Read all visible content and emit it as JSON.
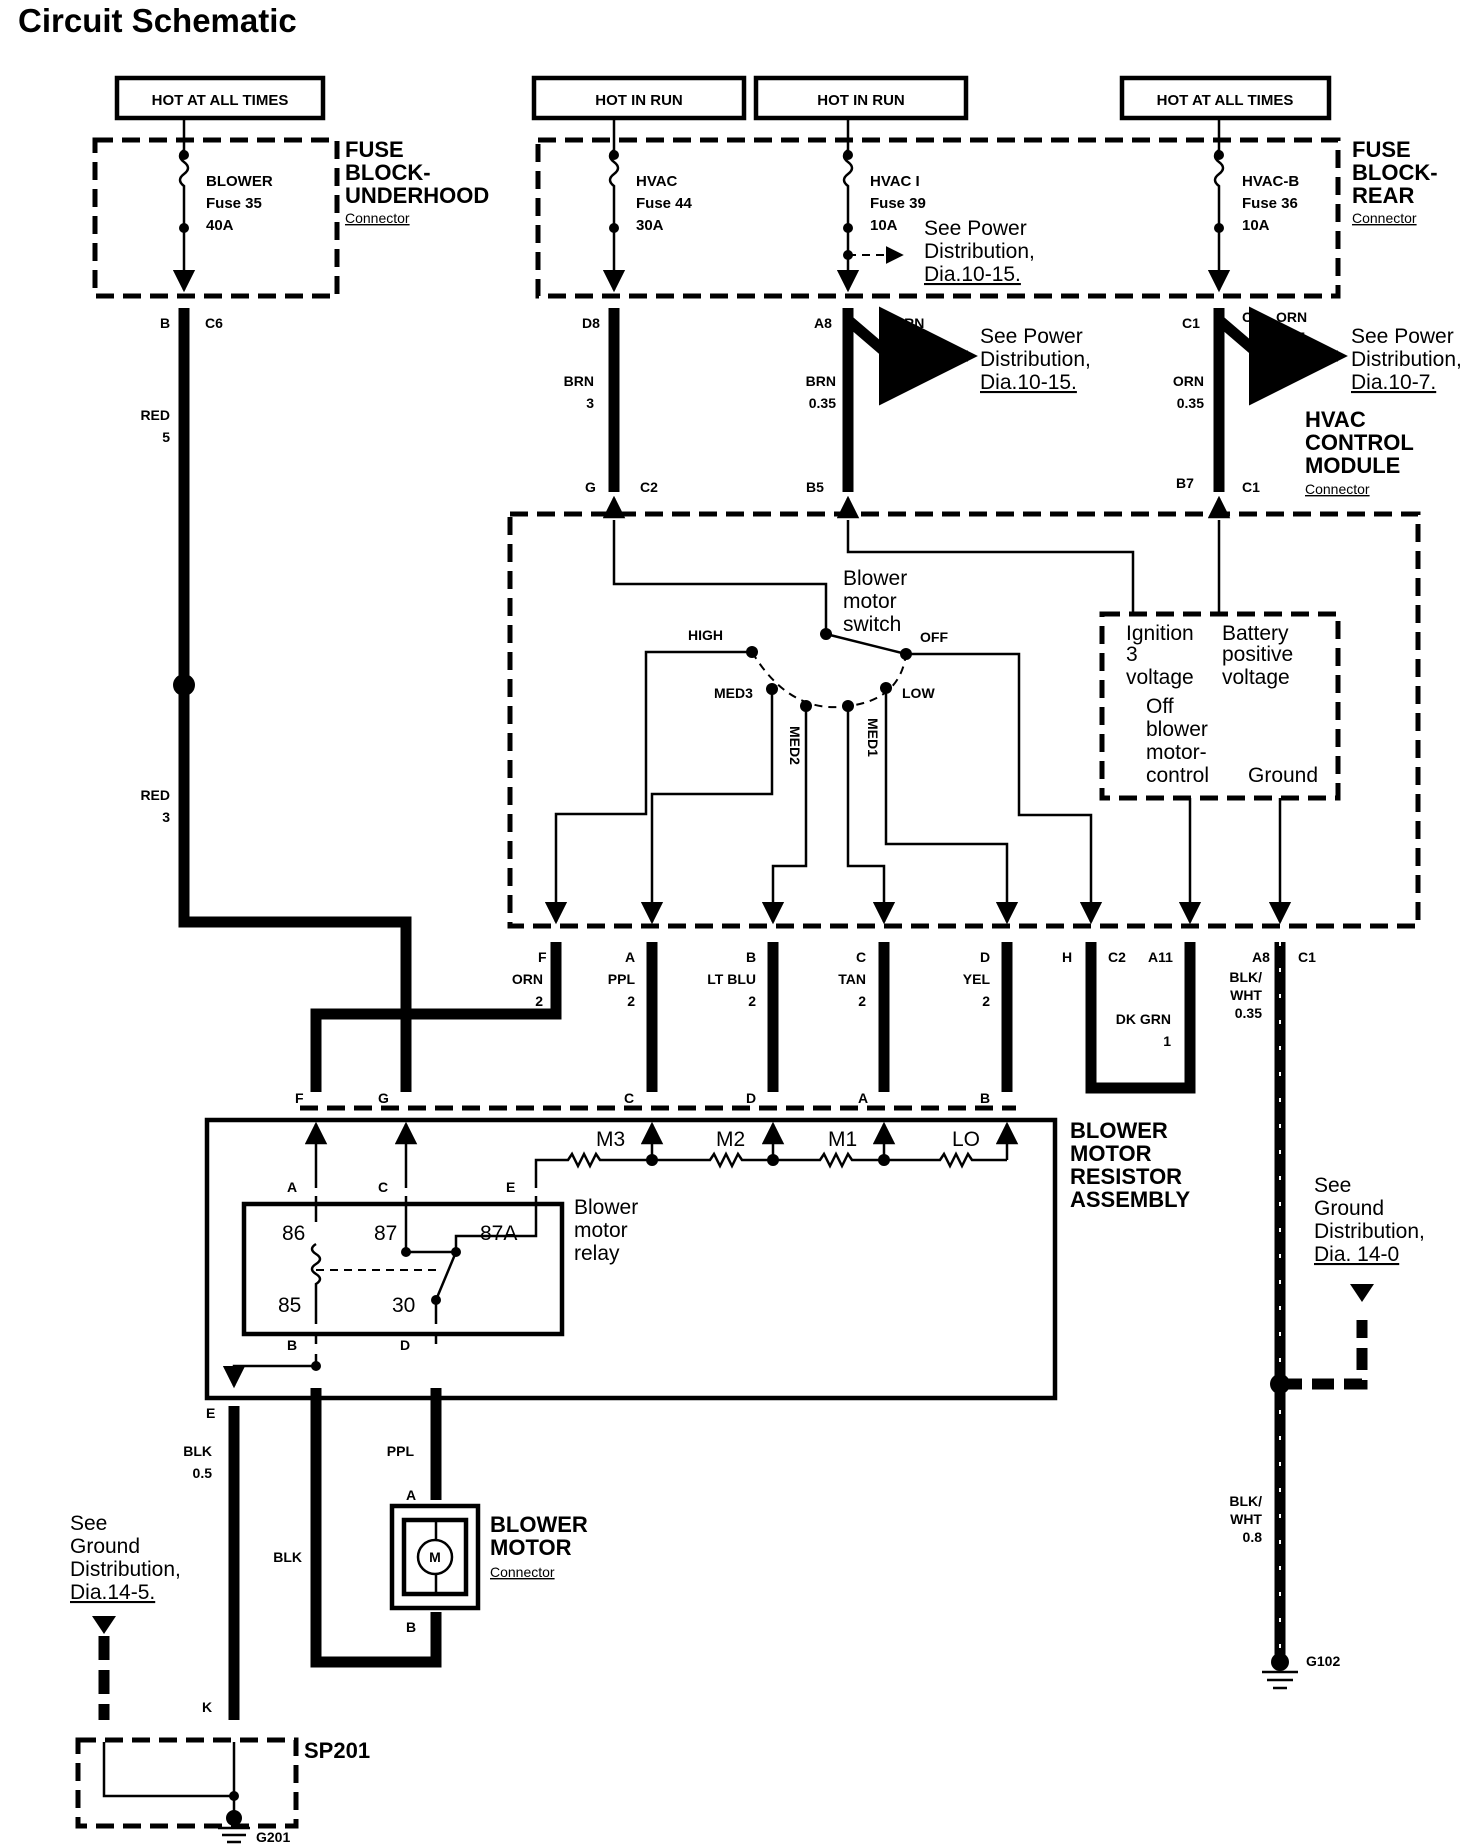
{
  "title": "Circuit Schematic",
  "power_labels": {
    "left_hot": "HOT AT ALL TIMES",
    "hot_run_1": "HOT IN RUN",
    "hot_run_2": "HOT IN RUN",
    "right_hot": "HOT AT ALL TIMES"
  },
  "fuse_block_underhood": {
    "title_line1": "FUSE",
    "title_line2": "BLOCK-",
    "title_line3": "UNDERHOOD",
    "sub": "Connector",
    "fuse_name": "BLOWER",
    "fuse_num": "Fuse 35",
    "fuse_amp": "40A"
  },
  "fuse_block_rear": {
    "title_line1": "FUSE",
    "title_line2": "BLOCK-",
    "title_line3": "REAR",
    "sub": "Connector",
    "fuses": [
      {
        "name": "HVAC",
        "num": "Fuse 44",
        "amp": "30A"
      },
      {
        "name": "HVAC I",
        "num": "Fuse 39",
        "amp": "10A"
      },
      {
        "name": "HVAC-B",
        "num": "Fuse 36",
        "amp": "10A"
      }
    ]
  },
  "refs": {
    "power_dist_a_line1": "See Power",
    "power_dist_a_line2": "Distribution,",
    "power_dist_a_line3": "Dia.10-15.",
    "power_dist_b_line1": "See Power",
    "power_dist_b_line2": "Distribution,",
    "power_dist_b_line3": "Dia.10-15.",
    "power_dist_c_line1": "See Power",
    "power_dist_c_line2": "Distribution,",
    "power_dist_c_line3": "Dia.10-7.",
    "ground_right_line1": "See",
    "ground_right_line2": "Ground",
    "ground_right_line3": "Distribution,",
    "ground_right_line4": "Dia. 14-0",
    "ground_left_line1": "See",
    "ground_left_line2": "Ground",
    "ground_left_line3": "Distribution,",
    "ground_left_line4": "Dia.14-5."
  },
  "hvac_module": {
    "title_line1": "HVAC",
    "title_line2": "CONTROL",
    "title_line3": "MODULE",
    "sub": "Connector",
    "switch_line1": "Blower",
    "switch_line2": "motor",
    "switch_line3": "switch",
    "positions": {
      "high": "HIGH",
      "off": "OFF",
      "med3": "MED3",
      "low": "LOW",
      "med2": "MED2",
      "med1": "MED1"
    },
    "internal": {
      "ign1": "Ignition",
      "ign2": "3",
      "ign3": "voltage",
      "bat1": "Battery",
      "bat2": "positive",
      "bat3": "voltage",
      "off1": "Off",
      "off2": "blower",
      "off3": "motor-",
      "off4": "control",
      "gnd": "Ground"
    }
  },
  "resistor_assembly": {
    "title_line1": "BLOWER",
    "title_line2": "MOTOR",
    "title_line3": "RESISTOR",
    "title_line4": "ASSEMBLY",
    "resistors": [
      "M3",
      "M2",
      "M1",
      "LO"
    ],
    "relay_line1": "Blower",
    "relay_line2": "motor",
    "relay_line3": "relay",
    "relay_pins": [
      "86",
      "87",
      "87A",
      "85",
      "30"
    ]
  },
  "blower_motor": {
    "title_line1": "BLOWER",
    "title_line2": "MOTOR",
    "sub": "Connector",
    "symbol": "M"
  },
  "splice": {
    "name": "SP201"
  },
  "grounds": {
    "g201": "G201",
    "g102": "G102"
  },
  "pins": {
    "b": "B",
    "c6": "C6",
    "d8": "D8",
    "a8": "A8",
    "c1": "C1",
    "c1b": "C1",
    "g": "G",
    "c2": "C2",
    "b5": "B5",
    "b7": "B7",
    "c1c": "C1",
    "f": "F",
    "a": "A",
    "b2": "B",
    "c": "C",
    "d": "D",
    "h": "H",
    "c2b": "C2",
    "a11": "A11",
    "a8b": "A8",
    "c1d": "C1",
    "rf": "F",
    "rg": "G",
    "rc": "C",
    "rd": "D",
    "ra": "A",
    "rb": "B",
    "ia": "A",
    "ic": "C",
    "ie": "E",
    "ib": "B",
    "id": "D",
    "e": "E",
    "k": "K",
    "ma": "A",
    "mb": "B"
  },
  "wires": {
    "red5_color": "RED",
    "red5_gauge": "5",
    "red3_color": "RED",
    "red3_gauge": "3",
    "brn3_color": "BRN",
    "brn3_gauge": "3",
    "brn035_color": "BRN",
    "brn035_gauge": "0.35",
    "brn_branch_color": "BRN",
    "brn_branch_gauge": "0.35",
    "orn035_color": "ORN",
    "orn035_gauge": "0.35",
    "orn_branch_color": "ORN",
    "orn_branch_gauge": "0.35",
    "orn2_color": "ORN",
    "orn2_gauge": "2",
    "ppl2_color": "PPL",
    "ppl2_gauge": "2",
    "ltblu_color": "LT BLU",
    "ltblu_gauge": "2",
    "tan_color": "TAN",
    "tan_gauge": "2",
    "yel_color": "YEL",
    "yel_gauge": "2",
    "dkgrn_color": "DK GRN",
    "dkgrn_gauge": "1",
    "blkwht035_c1": "BLK/",
    "blkwht035_c2": "WHT",
    "blkwht035_gauge": "0.35",
    "blkwht08_c1": "BLK/",
    "blkwht08_c2": "WHT",
    "blkwht08_gauge": "0.8",
    "blk05_color": "BLK",
    "blk05_gauge": "0.5",
    "blk_color": "BLK",
    "ppl_color": "PPL"
  }
}
